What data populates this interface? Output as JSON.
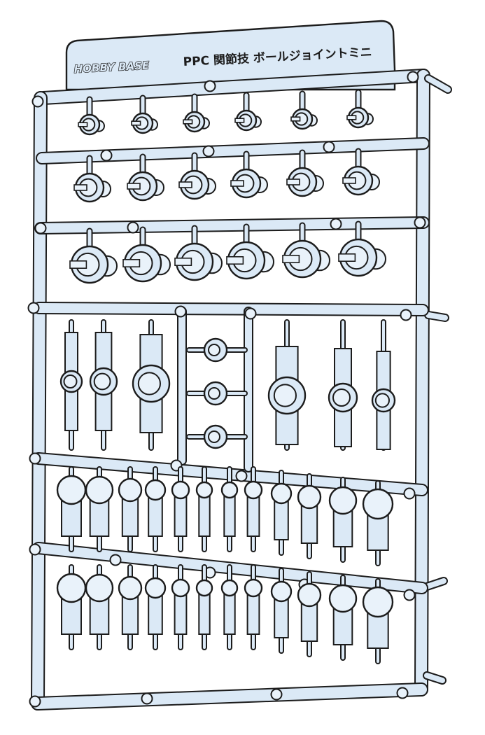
{
  "tag": {
    "brand": "HOBBY BASE",
    "title": "PPC 関節技 ボールジョイントミニ"
  },
  "colors": {
    "plastic": "#dbe9f6",
    "plastic_light": "#e9f2fa",
    "outline": "#1c1c1c",
    "background": "#ffffff"
  },
  "groups": {
    "socket_rows": 3,
    "sockets_per_row": 6,
    "vertical_socket_parts": 6,
    "small_ball_sockets": 3,
    "ball_rows": 2,
    "balls_per_row": 12
  }
}
